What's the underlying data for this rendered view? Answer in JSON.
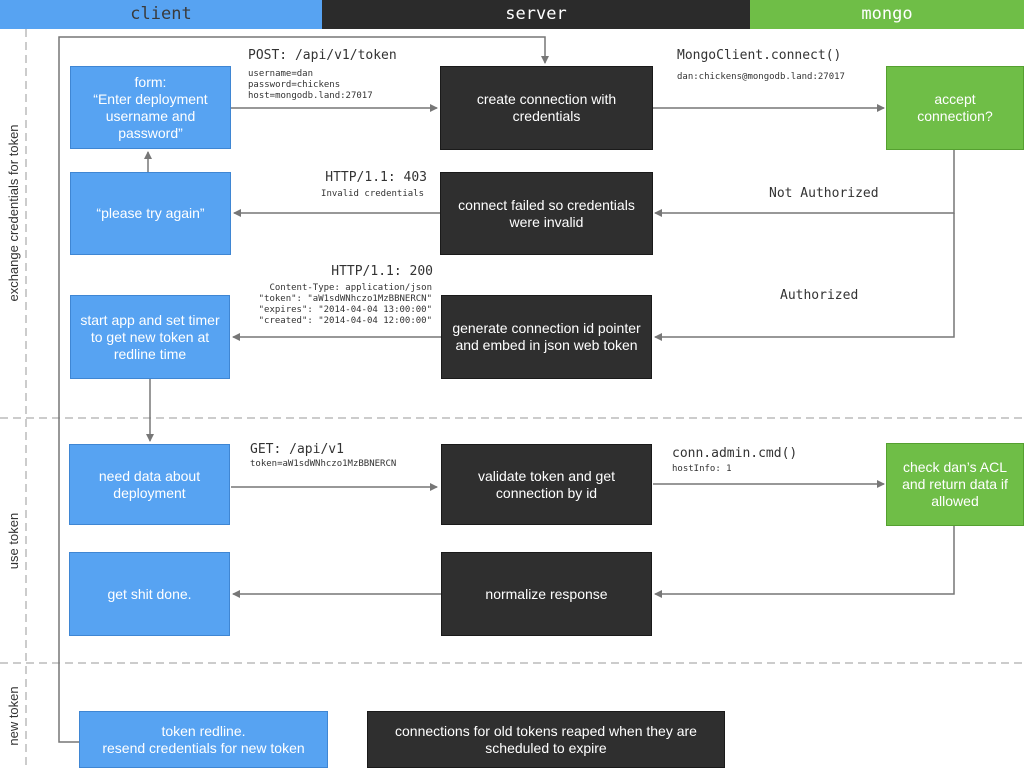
{
  "columns": {
    "client": {
      "label": "client",
      "bg": "#57a3f2",
      "fg": "#3a3a3a"
    },
    "server": {
      "label": "server",
      "bg": "#2b2b2b",
      "fg": "#ffffff"
    },
    "mongo": {
      "label": "mongo",
      "bg": "#6fbe47",
      "fg": "#ffffff"
    }
  },
  "lanes": {
    "exchange": "exchange credentials for token",
    "use": "use token",
    "new": "new token"
  },
  "boxes": {
    "form": "form:\n“Enter deployment username and password”",
    "try_again": "“please try again”",
    "start_app": "start app and set timer to get new token at redline time",
    "need_data": "need data about deployment",
    "get_done": "get shit done.",
    "redline": "token redline.\nresend credentials for new token",
    "create_conn": "create connection with credentials",
    "conn_failed": "connect failed so credentials were invalid",
    "generate_id": "generate connection id pointer and embed in json web token",
    "validate": "validate token and get connection by id",
    "normalize": "normalize response",
    "reaped": "connections for old tokens reaped when they are scheduled to expire",
    "accept": "accept connection?",
    "check_acl": "check dan’s ACL and return data if allowed"
  },
  "labels": {
    "post_title": "POST: /api/v1/token",
    "post_body": "username=dan\npassword=chickens\nhost=mongodb.land:27017",
    "mongo_connect": "MongoClient.connect()",
    "mongo_connect_sub": "dan:chickens@mongodb.land:27017",
    "http403": "HTTP/1.1: 403",
    "http403_sub": "Invalid credentials",
    "not_authorized": "Not Authorized",
    "http200": "HTTP/1.1: 200",
    "http200_body": "Content-Type: application/json\n\"token\": \"aW1sdWNhczo1MzBBNERCN\"\n\"expires\": \"2014-04-04 13:00:00\"\n\"created\": \"2014-04-04 12:00:00\"",
    "authorized": "Authorized",
    "get_title": "GET: /api/v1",
    "get_sub": "token=aW1sdWNhczo1MzBBNERCN",
    "admin_cmd": "conn.admin.cmd()",
    "admin_cmd_sub": "hostInfo: 1"
  }
}
